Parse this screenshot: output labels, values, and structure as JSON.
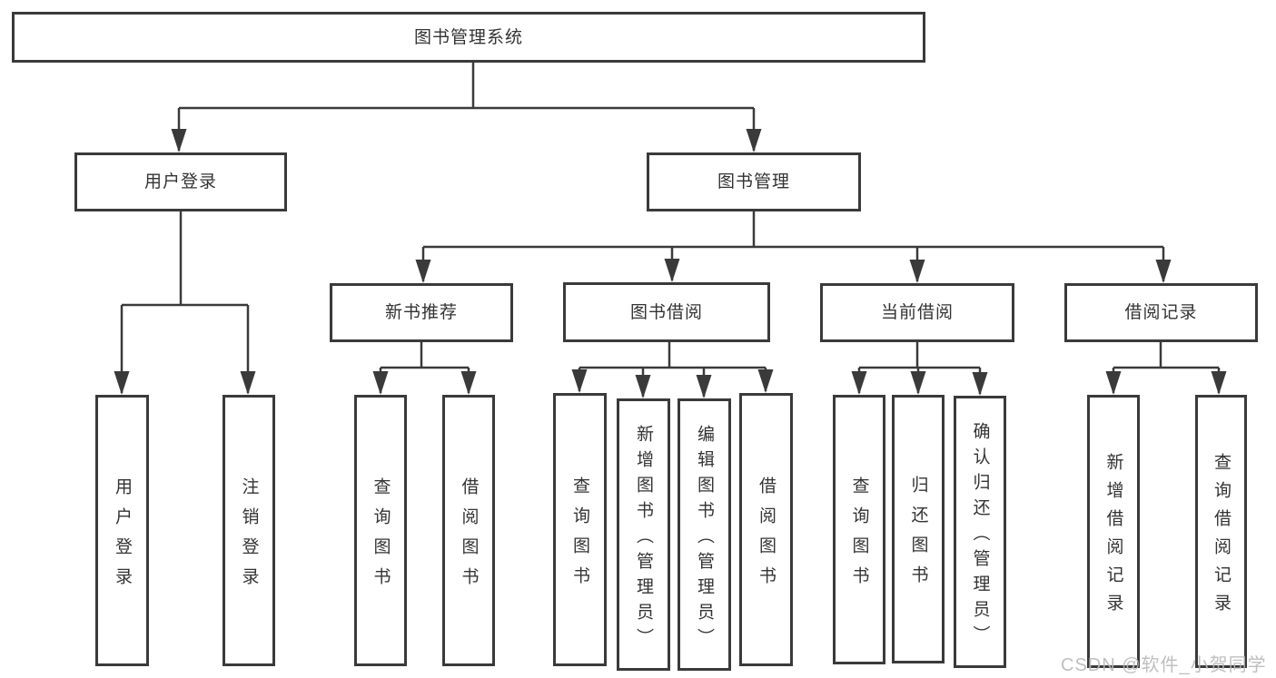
{
  "watermark": {
    "text": "CSDN @软件_小贺同学"
  },
  "colors": {
    "line": "#3a3a3a",
    "box_border": "#3a3a3a",
    "text": "#333333",
    "background": "#ffffff",
    "watermark": "#b9b9b9"
  },
  "tree": {
    "label": "图书管理系统",
    "children": [
      {
        "label": "用户登录",
        "children": [
          {
            "label": "用户登录"
          },
          {
            "label": "注销登录"
          }
        ]
      },
      {
        "label": "图书管理",
        "children": [
          {
            "label": "新书推荐",
            "children": [
              {
                "label": "查询图书"
              },
              {
                "label": "借阅图书"
              }
            ]
          },
          {
            "label": "图书借阅",
            "children": [
              {
                "label": "查询图书"
              },
              {
                "label": "新增图书（管理员）"
              },
              {
                "label": "编辑图书（管理员）"
              },
              {
                "label": "借阅图书"
              }
            ]
          },
          {
            "label": "当前借阅",
            "children": [
              {
                "label": "查询图书"
              },
              {
                "label": "归还图书"
              },
              {
                "label": "确认归还（管理员）"
              }
            ]
          },
          {
            "label": "借阅记录",
            "children": [
              {
                "label": "新增借阅记录"
              },
              {
                "label": "查询借阅记录"
              }
            ]
          }
        ]
      }
    ]
  }
}
